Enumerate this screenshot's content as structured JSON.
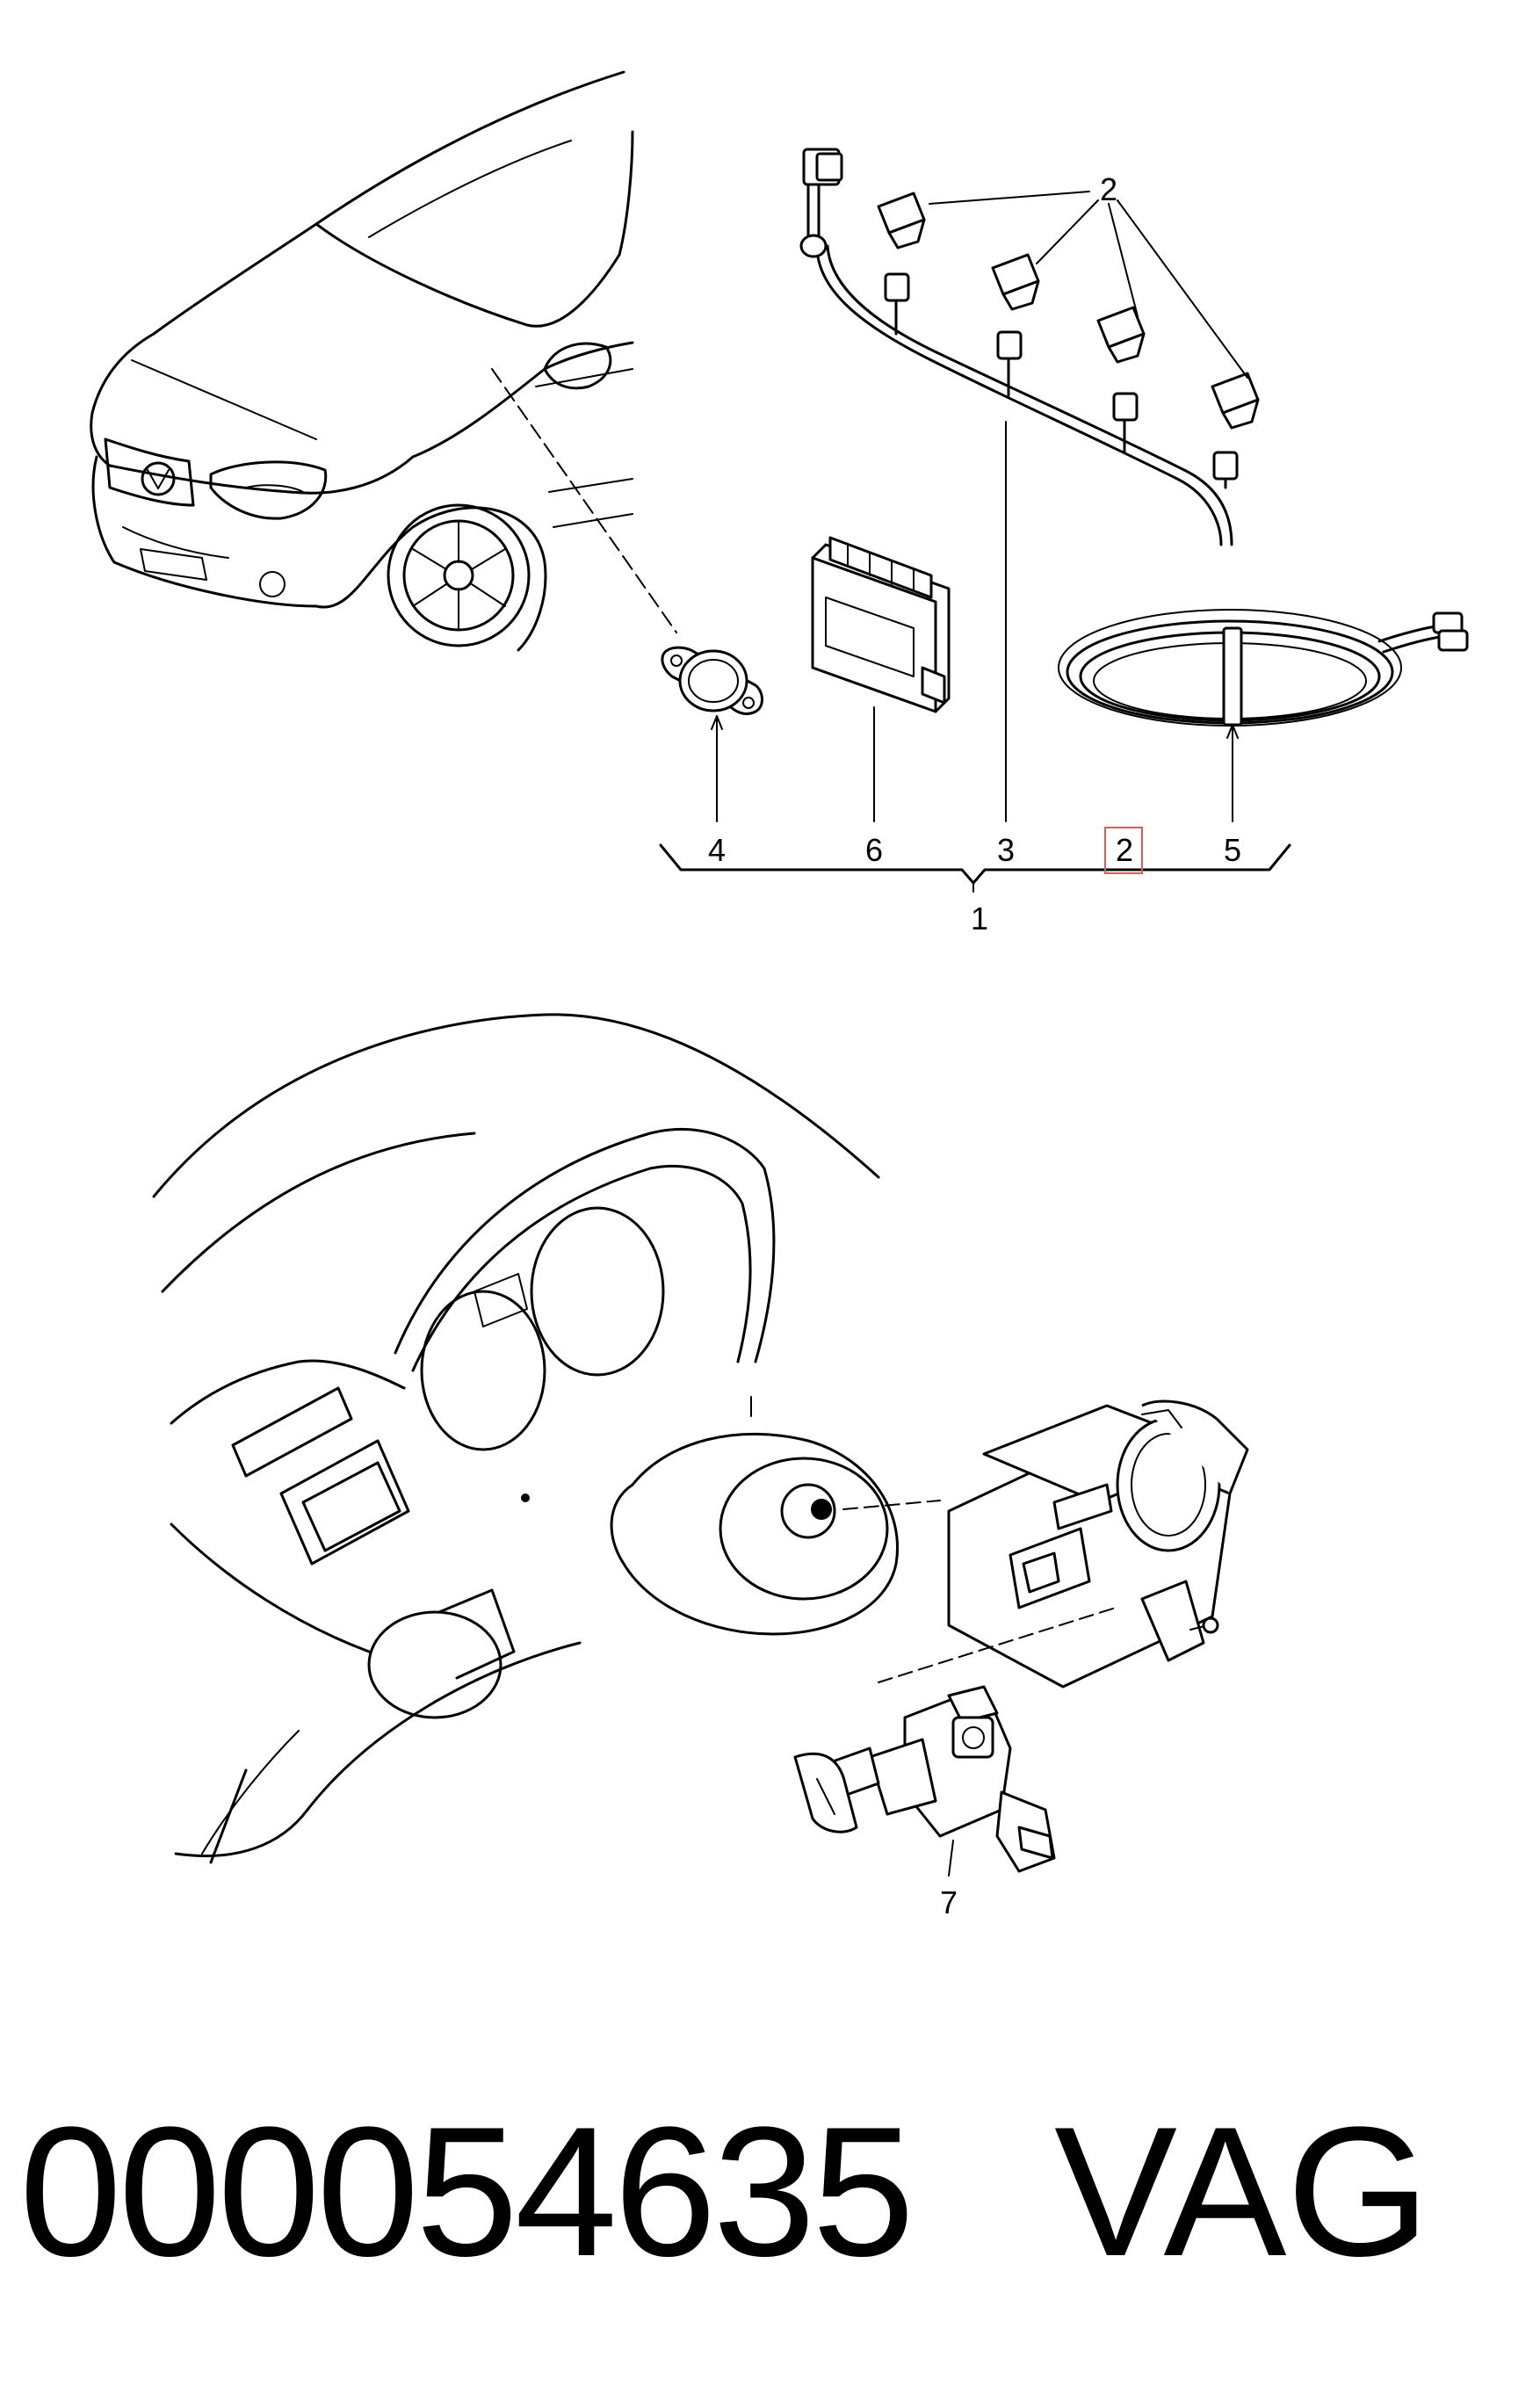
{
  "callouts": {
    "c1": "1",
    "c2_top": "2",
    "c2_box": "2",
    "c3": "3",
    "c4": "4",
    "c5": "5",
    "c6": "6",
    "c7": "7"
  },
  "highlight_color": "#e05a5a",
  "footer": {
    "part_number": "000054635",
    "brand": "VAG"
  }
}
